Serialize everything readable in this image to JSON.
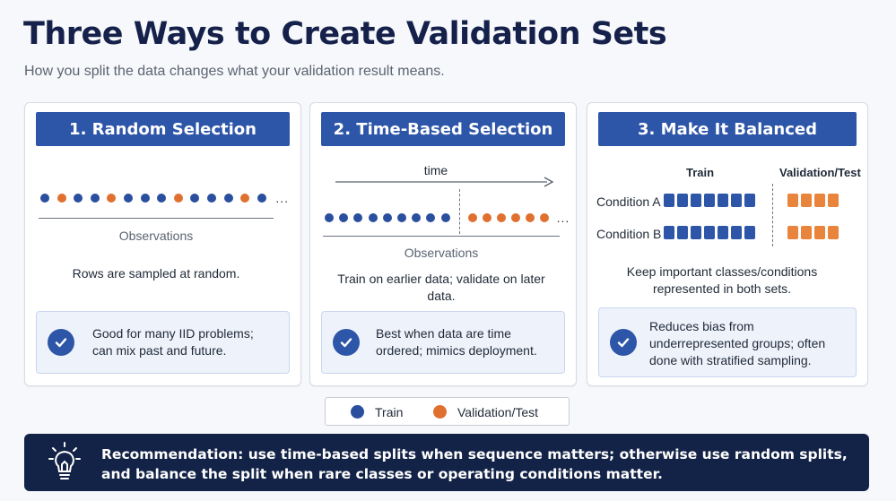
{
  "header": {
    "title": "Three Ways to Create Validation Sets",
    "subtitle": "How you split the data changes what your validation result means."
  },
  "cards": [
    {
      "heading": "1. Random Selection",
      "sequence": [
        "train",
        "val",
        "train",
        "train",
        "val",
        "train",
        "train",
        "train",
        "val",
        "train",
        "train",
        "train",
        "val",
        "train"
      ],
      "ellipsis": "...",
      "axis_label": "Observations",
      "caption": "Rows are sampled at random.",
      "note": "Good for many IID problems; can mix past and future."
    },
    {
      "heading": "2. Time-Based Selection",
      "time_label": "time",
      "train_count": 9,
      "val_count": 6,
      "ellipsis": "...",
      "axis_label": "Observations",
      "caption": "Train on earlier data; validate on later data.",
      "note": "Best when data are time ordered; mimics deployment."
    },
    {
      "heading": "3. Make It Balanced",
      "col_train": "Train",
      "col_val": "Validation/Test",
      "rows": [
        {
          "label": "Condition A",
          "train_blocks": 7,
          "val_blocks": 4
        },
        {
          "label": "Condition B",
          "train_blocks": 7,
          "val_blocks": 4
        }
      ],
      "caption": "Keep important classes/conditions represented in both sets.",
      "note": "Reduces bias from underrepresented groups; often done with stratified sampling."
    }
  ],
  "legend": {
    "train_label": "Train",
    "val_label": "Validation/Test"
  },
  "recommendation": "Recommendation: use time-based splits when sequence matters; otherwise use random splits, and balance the split when rare classes or operating conditions matter.",
  "colors": {
    "train": "#2a4f9e",
    "val": "#e0702f",
    "header": "#2d55a8",
    "banner": "#132347"
  },
  "icons": {
    "check": "check-icon",
    "lightbulb": "lightbulb-icon"
  }
}
